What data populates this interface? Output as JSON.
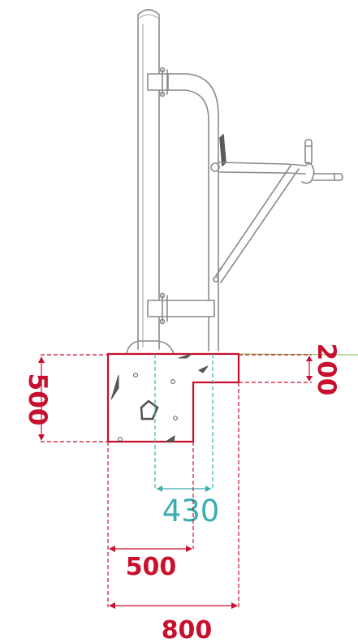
{
  "dimensions": {
    "foundation_height": "500",
    "step_height": "200",
    "post_spacing": "430",
    "foundation_lower_width": "500",
    "foundation_total_width": "800"
  },
  "colors": {
    "dimension_red": "#c8102e",
    "dimension_teal": "#3aaeb0",
    "line_grey": "#8a8a8a",
    "ground_green": "#7fbf4f"
  },
  "icons": {
    "equipment": "outdoor-fitness-station-outline",
    "foundation": "concrete-footing-section"
  }
}
